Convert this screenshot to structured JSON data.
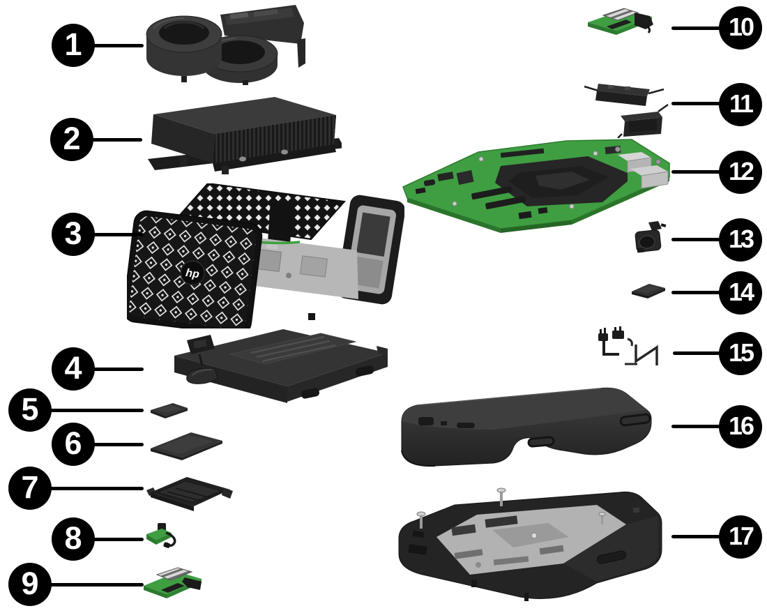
{
  "figure": {
    "kind": "exploded-parts-diagram",
    "background": "#ffffff",
    "hp_logo": "hp"
  },
  "style": {
    "callout_fill": "#000000",
    "callout_number_color": "#ffffff",
    "leader_line_color": "#000000",
    "pcb_green": "#3f9e42",
    "metal_silver": "#b5b5b5",
    "part_dark": "#2b2b2b"
  },
  "callouts": [
    {
      "number": "1",
      "part": "dual-blower-fan-assembly"
    },
    {
      "number": "2",
      "part": "heat-sink"
    },
    {
      "number": "3",
      "part": "chassis-drive-cage"
    },
    {
      "number": "4",
      "part": "hard-drive-module"
    },
    {
      "number": "5",
      "part": "small-card"
    },
    {
      "number": "6",
      "part": "m2-solid-state-drive"
    },
    {
      "number": "7",
      "part": "drive-carrier"
    },
    {
      "number": "8",
      "part": "board-with-cable"
    },
    {
      "number": "9",
      "part": "module-on-green-carrier"
    },
    {
      "number": "10",
      "part": "flash-module-board"
    },
    {
      "number": "11",
      "part": "bracket-pair"
    },
    {
      "number": "12",
      "part": "system-board"
    },
    {
      "number": "13",
      "part": "small-speaker"
    },
    {
      "number": "14",
      "part": "small-cover"
    },
    {
      "number": "15",
      "part": "antenna-bracket"
    },
    {
      "number": "16",
      "part": "top-cover"
    },
    {
      "number": "17",
      "part": "bottom-chassis"
    }
  ]
}
